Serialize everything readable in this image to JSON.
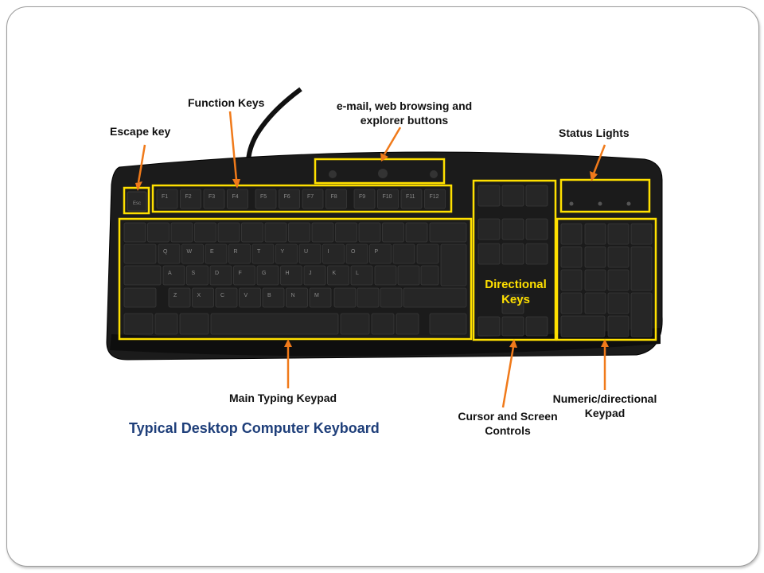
{
  "title": "Typical Desktop Computer Keyboard",
  "labels": {
    "escape": "Escape key",
    "function": "Function Keys",
    "email_line1": "e-mail, web browsing and",
    "email_line2": "explorer buttons",
    "status": "Status Lights",
    "main": "Main Typing Keypad",
    "cursor_line1": "Cursor and Screen",
    "cursor_line2": "Controls",
    "numeric_line1": "Numeric/directional",
    "numeric_line2": "Keypad",
    "directional_line1": "Directional",
    "directional_line2": "Keys"
  },
  "keycaps": {
    "esc": "Esc",
    "function_keys": [
      "F1",
      "F2",
      "F3",
      "F4",
      "F5",
      "F6",
      "F7",
      "F8",
      "F9",
      "F10",
      "F11",
      "F12"
    ],
    "qwerty_row": [
      "Q",
      "W",
      "E",
      "R",
      "T",
      "Y",
      "U",
      "I",
      "O",
      "P"
    ],
    "home_row": [
      "A",
      "S",
      "D",
      "F",
      "G",
      "H",
      "J",
      "K",
      "L"
    ],
    "bottom_row": [
      "Z",
      "X",
      "C",
      "V",
      "B",
      "N",
      "M"
    ]
  },
  "colors": {
    "highlight": "#ffe000",
    "arrow": "#f07a1a",
    "keyboard_body": "#1b1b1b",
    "title": "#1f3f7a"
  }
}
